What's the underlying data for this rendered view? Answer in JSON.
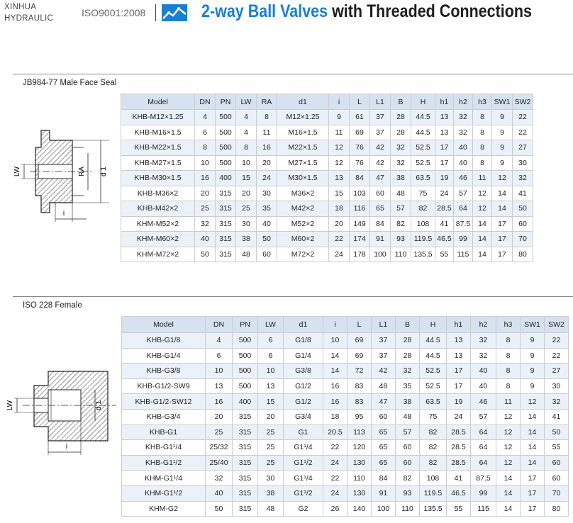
{
  "header": {
    "brand_line1": "XINHUA",
    "brand_line2": "HYDRAULIC",
    "iso": "ISO9001:2008",
    "title_part1": "2-way Ball Valves",
    "title_part2": "with Threaded Connections"
  },
  "colors": {
    "accent": "#1a7fd1",
    "header_fill": "#d6e2ef",
    "alt_row": "#eaf1f9"
  },
  "section1": {
    "title": "JB984-77 Male Face Seal",
    "drawing_labels": {
      "lw": "LW",
      "ra": "RA",
      "d1": "d 1",
      "i": "i"
    },
    "columns": [
      "Model",
      "DN",
      "PN",
      "LW",
      "RA",
      "d1",
      "i",
      "L",
      "L1",
      "B",
      "H",
      "h1",
      "h2",
      "h3",
      "SW1",
      "SW2"
    ],
    "rows": [
      [
        "KHB-M12×1.25",
        "4",
        "500",
        "4",
        "8",
        "M12×1.25",
        "9",
        "61",
        "37",
        "28",
        "44.5",
        "13",
        "32",
        "8",
        "9",
        "22"
      ],
      [
        "KHB-M16×1.5",
        "6",
        "500",
        "4",
        "11",
        "M16×1.5",
        "11",
        "69",
        "37",
        "28",
        "44.5",
        "13",
        "32",
        "8",
        "9",
        "22"
      ],
      [
        "KHB-M22×1.5",
        "8",
        "500",
        "8",
        "16",
        "M22×1.5",
        "12",
        "76",
        "42",
        "32",
        "52.5",
        "17",
        "40",
        "8",
        "9",
        "27"
      ],
      [
        "KHB-M27×1.5",
        "10",
        "500",
        "10",
        "20",
        "M27×1.5",
        "12",
        "76",
        "42",
        "32",
        "52.5",
        "17",
        "40",
        "8",
        "9",
        "30"
      ],
      [
        "KHB-M30×1.5",
        "16",
        "400",
        "15",
        "24",
        "M30×1.5",
        "13",
        "84",
        "47",
        "38",
        "63.5",
        "19",
        "46",
        "11",
        "12",
        "32"
      ],
      [
        "KHB-M36×2",
        "20",
        "315",
        "20",
        "30",
        "M36×2",
        "15",
        "103",
        "60",
        "48",
        "75",
        "24",
        "57",
        "12",
        "14",
        "41"
      ],
      [
        "KHB-M42×2",
        "25",
        "315",
        "25",
        "35",
        "M42×2",
        "18",
        "116",
        "65",
        "57",
        "82",
        "28.5",
        "64",
        "12",
        "14",
        "50"
      ],
      [
        "KHM-M52×2",
        "32",
        "315",
        "30",
        "40",
        "M52×2",
        "20",
        "149",
        "84",
        "82",
        "108",
        "41",
        "87.5",
        "14",
        "17",
        "60"
      ],
      [
        "KHM-M60×2",
        "40",
        "315",
        "38",
        "50",
        "M60×2",
        "22",
        "174",
        "91",
        "93",
        "119.5",
        "46.5",
        "99",
        "14",
        "17",
        "70"
      ],
      [
        "KHM-M72×2",
        "50",
        "315",
        "48",
        "60",
        "M72×2",
        "24",
        "178",
        "100",
        "110",
        "135.5",
        "55",
        "115",
        "14",
        "17",
        "80"
      ]
    ]
  },
  "section2": {
    "title": "ISO  228  Female",
    "drawing_labels": {
      "lw": "LW",
      "d1": "d 1",
      "i": "i"
    },
    "columns": [
      "Model",
      "DN",
      "PN",
      "LW",
      "d1",
      "i",
      "L",
      "L1",
      "B",
      "H",
      "h1",
      "h2",
      "h3",
      "SW1",
      "SW2"
    ],
    "rows": [
      [
        "KHB-G1/8",
        "4",
        "500",
        "6",
        "G1/8",
        "10",
        "69",
        "37",
        "28",
        "44.5",
        "13",
        "32",
        "8",
        "9",
        "22"
      ],
      [
        "KHB-G1/4",
        "6",
        "500",
        "6",
        "G1/4",
        "14",
        "69",
        "37",
        "28",
        "44.5",
        "13",
        "32",
        "8",
        "9",
        "22"
      ],
      [
        "KHB-G3/8",
        "10",
        "500",
        "10",
        "G3/8",
        "14",
        "72",
        "42",
        "32",
        "52.5",
        "17",
        "40",
        "8",
        "9",
        "27"
      ],
      [
        "KHB-G1/2-SW9",
        "13",
        "500",
        "13",
        "G1/2",
        "16",
        "83",
        "48",
        "35",
        "52.5",
        "17",
        "40",
        "8",
        "9",
        "30"
      ],
      [
        "KHB-G1/2-SW12",
        "16",
        "400",
        "15",
        "G1/2",
        "16",
        "83",
        "47",
        "38",
        "63.5",
        "19",
        "46",
        "11",
        "12",
        "32"
      ],
      [
        "KHB-G3/4",
        "20",
        "315",
        "20",
        "G3/4",
        "18",
        "95",
        "60",
        "48",
        "75",
        "24",
        "57",
        "12",
        "14",
        "41"
      ],
      [
        "KHB-G1",
        "25",
        "315",
        "25",
        "G1",
        "20.5",
        "113",
        "65",
        "57",
        "82",
        "28.5",
        "64",
        "12",
        "14",
        "50"
      ],
      [
        "KHB-G1¹/4",
        "25/32",
        "315",
        "25",
        "G1¹/4",
        "22",
        "120",
        "65",
        "60",
        "82",
        "28.5",
        "64",
        "12",
        "14",
        "55"
      ],
      [
        "KHB-G1¹/2",
        "25/40",
        "315",
        "25",
        "G1¹/2",
        "24",
        "130",
        "65",
        "60",
        "82",
        "28.5",
        "64",
        "12",
        "14",
        "60"
      ],
      [
        "KHM-G1¹/4",
        "32",
        "315",
        "30",
        "G1¹/4",
        "22",
        "110",
        "84",
        "82",
        "108",
        "41",
        "87.5",
        "14",
        "17",
        "60"
      ],
      [
        "KHM-G1¹/2",
        "40",
        "315",
        "38",
        "G1¹/2",
        "24",
        "130",
        "91",
        "93",
        "119.5",
        "46.5",
        "99",
        "14",
        "17",
        "70"
      ],
      [
        "KHM-G2",
        "50",
        "315",
        "48",
        "G2",
        "26",
        "140",
        "100",
        "110",
        "135.5",
        "55",
        "115",
        "14",
        "17",
        "80"
      ]
    ]
  }
}
